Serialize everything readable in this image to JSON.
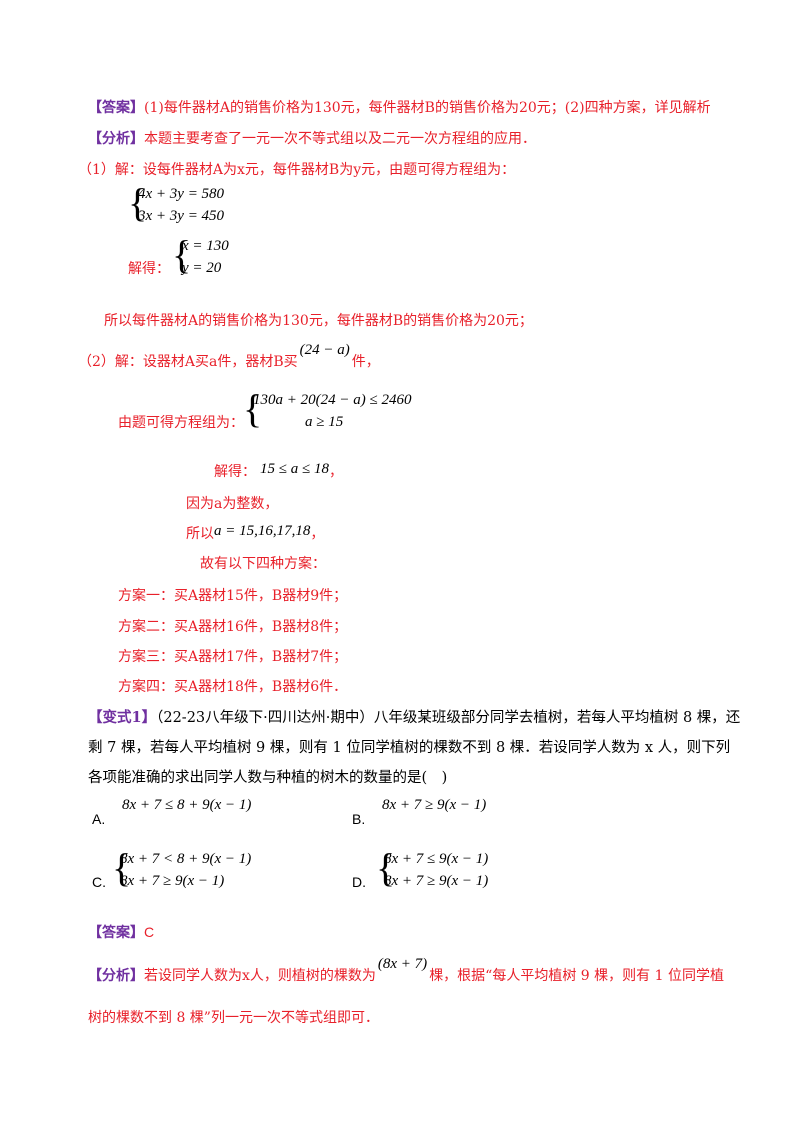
{
  "answer1": {
    "tag": "【答案】",
    "text": "(1)每件器材A的销售价格为130元，每件器材B的销售价格为20元；(2)四种方案，详见解析"
  },
  "analysis1": {
    "tag": "【分析】",
    "text": "本题主要考查了一元一次不等式组以及二元一次方程组的应用．"
  },
  "part1": {
    "label": "（1）",
    "text": "解：设每件器材A为x元，每件器材B为y元，由题可得方程组为：",
    "eq1": "4x + 3y = 580",
    "eq2": "3x + 3y = 450",
    "solve_label": "解得：",
    "sol1": "x = 130",
    "sol2": "y = 20",
    "conclusion": "所以每件器材A的销售价格为130元，每件器材B的销售价格为20元；"
  },
  "part2": {
    "label": "（2）",
    "text_a": "解：设器材A买a件，器材B买",
    "expr": "(24 − a)",
    "text_b": "件，",
    "system_label": "由题可得方程组为：",
    "ineq1": "130a + 20(24 − a) ≤ 2460",
    "ineq2": "a ≥ 15",
    "solve_label": "解得：",
    "solve_result": "15 ≤ a ≤ 18",
    "solve_tail": "，",
    "integer_note": "因为a为整数，",
    "so_label": "所以",
    "so_values": "a = 15,16,17,18",
    "so_tail": "，",
    "plans_intro": "故有以下四种方案：",
    "plans": [
      "方案一：买A器材15件，B器材9件；",
      "方案二：买A器材16件，B器材8件；",
      "方案三：买A器材17件，B器材7件；",
      "方案四：买A器材18件，B器材6件．"
    ]
  },
  "variant": {
    "tag": "【变式1】",
    "line1": "（22-23八年级下·四川达州·期中）八年级某班级部分同学去植树，若每人平均植树 8 棵，还",
    "line2": "剩 7 棵，若每人平均植树 9 棵，则有 1 位同学植树的棵数不到 8 棵．若设同学人数为 x 人，则下列",
    "line3": "各项能准确的求出同学人数与种植的树木的数量的是(　)",
    "options": {
      "A": {
        "label": "A.",
        "eq": "8x + 7 ≤ 8 + 9(x − 1)"
      },
      "B": {
        "label": "B.",
        "eq": "8x + 7 ≥ 9(x − 1)"
      },
      "C": {
        "label": "C.",
        "eq1": "8x + 7 < 8 + 9(x − 1)",
        "eq2": "8x + 7 ≥ 9(x − 1)"
      },
      "D": {
        "label": "D.",
        "eq1": "8x + 7 ≤ 9(x − 1)",
        "eq2": "8x + 7 ≥ 9(x − 1)"
      }
    }
  },
  "answer2": {
    "tag": "【答案】",
    "text": "C"
  },
  "analysis2": {
    "tag": "【分析】",
    "text_a": "若设同学人数为x人，则植树的棵数为",
    "expr": "(8x + 7)",
    "text_b": "棵，根据“每人平均植树 9 棵，则有 1 位同学植",
    "line2": "树的棵数不到 8 棵”列一元一次不等式组即可．"
  }
}
